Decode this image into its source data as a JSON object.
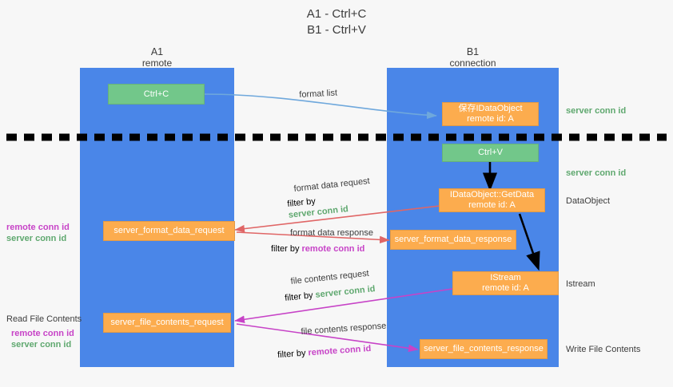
{
  "title": {
    "line1": "A1 - Ctrl+C",
    "line2": "B1 - Ctrl+V"
  },
  "columns": [
    {
      "name": "A1",
      "subtitle": "remote"
    },
    {
      "name": "B1",
      "subtitle": "connection"
    }
  ],
  "colors": {
    "lane": "#4a86e8",
    "green_node": "#72c78a",
    "orange_node": "#fcac4e",
    "server_conn_id": "#5fa86f",
    "remote_conn_id": "#c743c7",
    "arrow_blue": "#6fa8dc",
    "arrow_red": "#e06666",
    "arrow_magenta": "#c743c7",
    "arrow_black": "#000000",
    "background": "#f7f7f7"
  },
  "nodes": {
    "ctrl_c": {
      "label": "Ctrl+C"
    },
    "save_idataobject": {
      "line1": "保存IDataObject",
      "line2": "remote id: A"
    },
    "ctrl_v": {
      "label": "Ctrl+V"
    },
    "getdata": {
      "line1": "IDataObject::GetData",
      "line2": "remote id: A"
    },
    "istream": {
      "line1": "IStream",
      "line2": "remote id: A"
    },
    "server_format_data_request": {
      "label": "server_format_data_request"
    },
    "server_format_data_response": {
      "label": "server_format_data_response"
    },
    "server_file_contents_request": {
      "label": "server_file_contents_request"
    },
    "server_file_contents_response": {
      "label": "server_file_contents_response"
    }
  },
  "edge_labels": {
    "format_list": "format list",
    "format_data_request": "format data request",
    "format_data_request_filter_prefix": "filter by ",
    "format_data_request_filter_value": "server conn id",
    "format_data_response": "format data response",
    "format_data_response_filter_prefix": "filter by ",
    "format_data_response_filter_value": "remote conn id",
    "file_contents_request": "file contents request",
    "file_contents_request_filter_prefix": "filter by ",
    "file_contents_request_filter_value": "server conn id",
    "file_contents_response": "file contents response",
    "file_contents_response_filter_prefix": "filter by ",
    "file_contents_response_filter_value": "remote conn id"
  },
  "right_annotations": {
    "server_conn_id_top": "server conn id",
    "server_conn_id_mid": "server conn id",
    "dataobject": "DataObject",
    "istream": "Istream",
    "write_file_contents": "Write File Contents"
  },
  "left_annotations": {
    "conn_ids_mid": {
      "remote": "remote conn id",
      "server": "server conn id"
    },
    "read_file_contents": "Read File Contents",
    "conn_ids_bottom": {
      "remote": "remote conn id",
      "server": "server conn id"
    }
  }
}
